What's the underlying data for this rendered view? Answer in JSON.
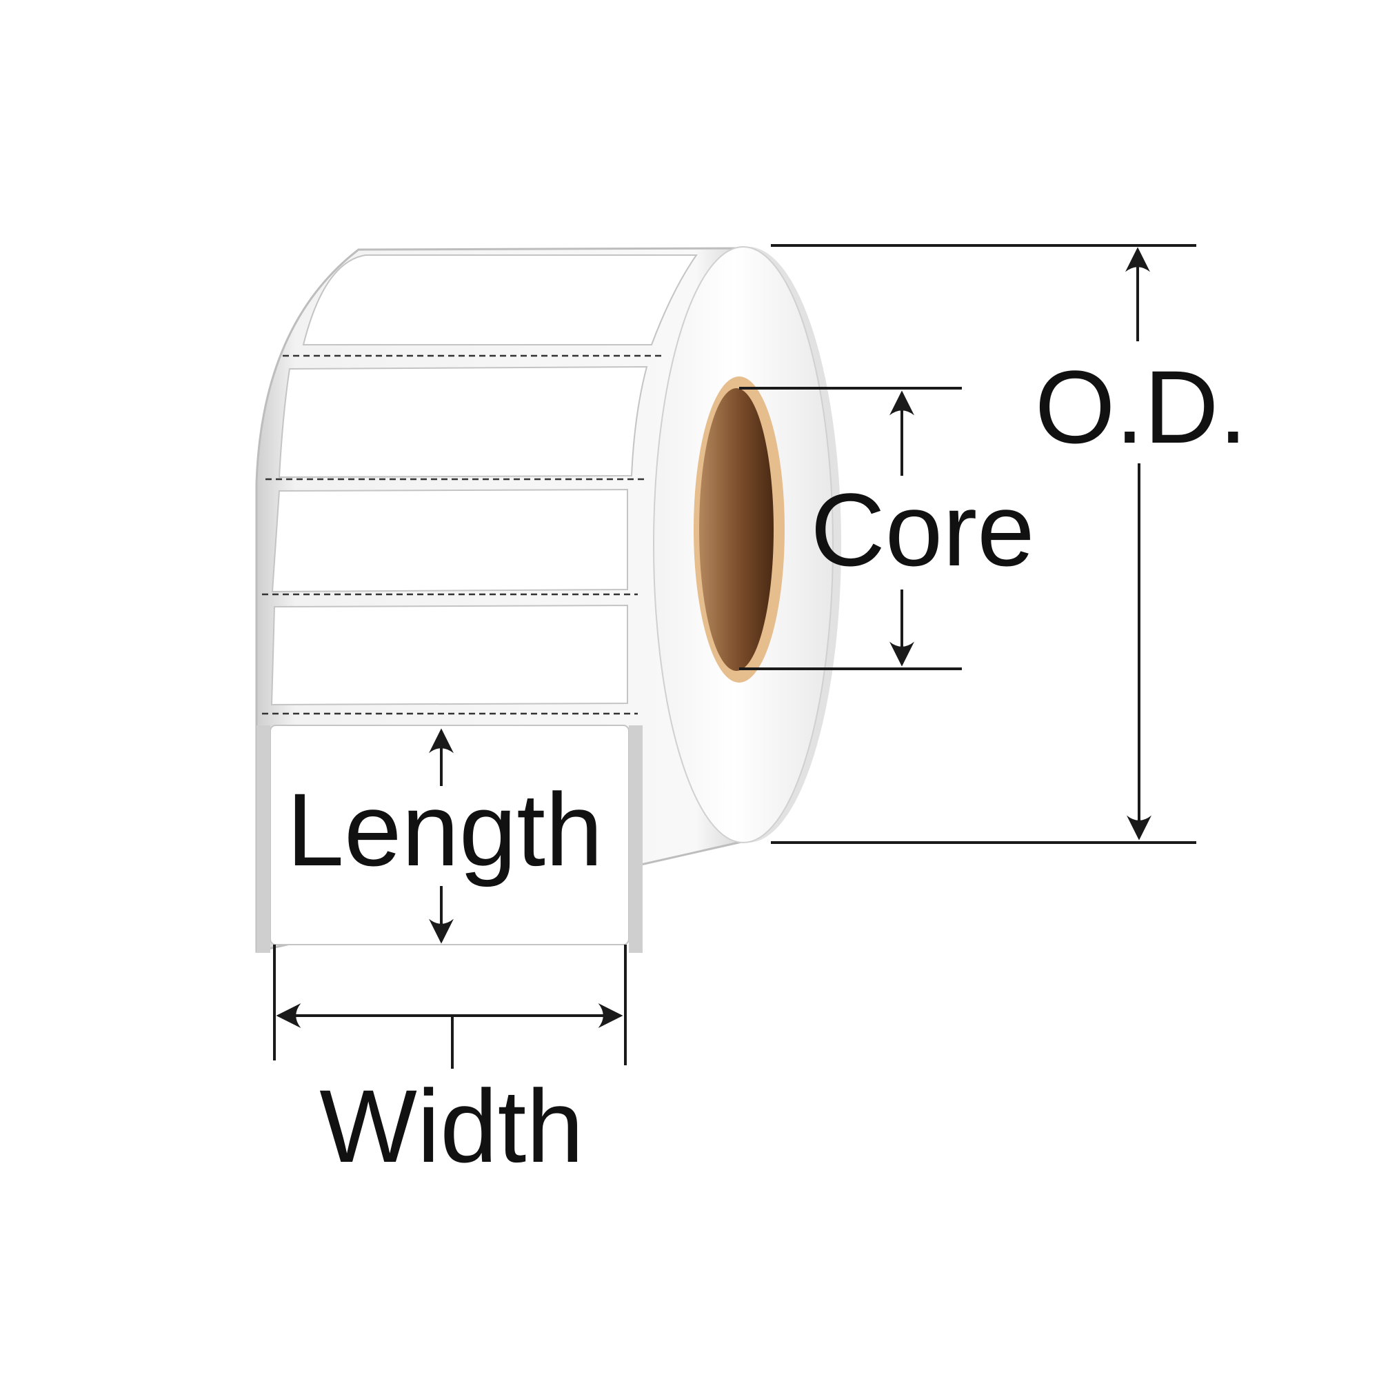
{
  "labels": {
    "length": "Length",
    "width": "Width",
    "core": "Core",
    "outer_diameter": "O.D."
  },
  "colors": {
    "label_face": "#ffffff",
    "label_edge": "#b9b9b9",
    "roll_shadow": "#c9c9c9",
    "core_outer": "#e3b98a",
    "core_inner_light": "#a8784c",
    "core_inner_dark": "#4f2d16",
    "line": "#1a1a1a"
  }
}
